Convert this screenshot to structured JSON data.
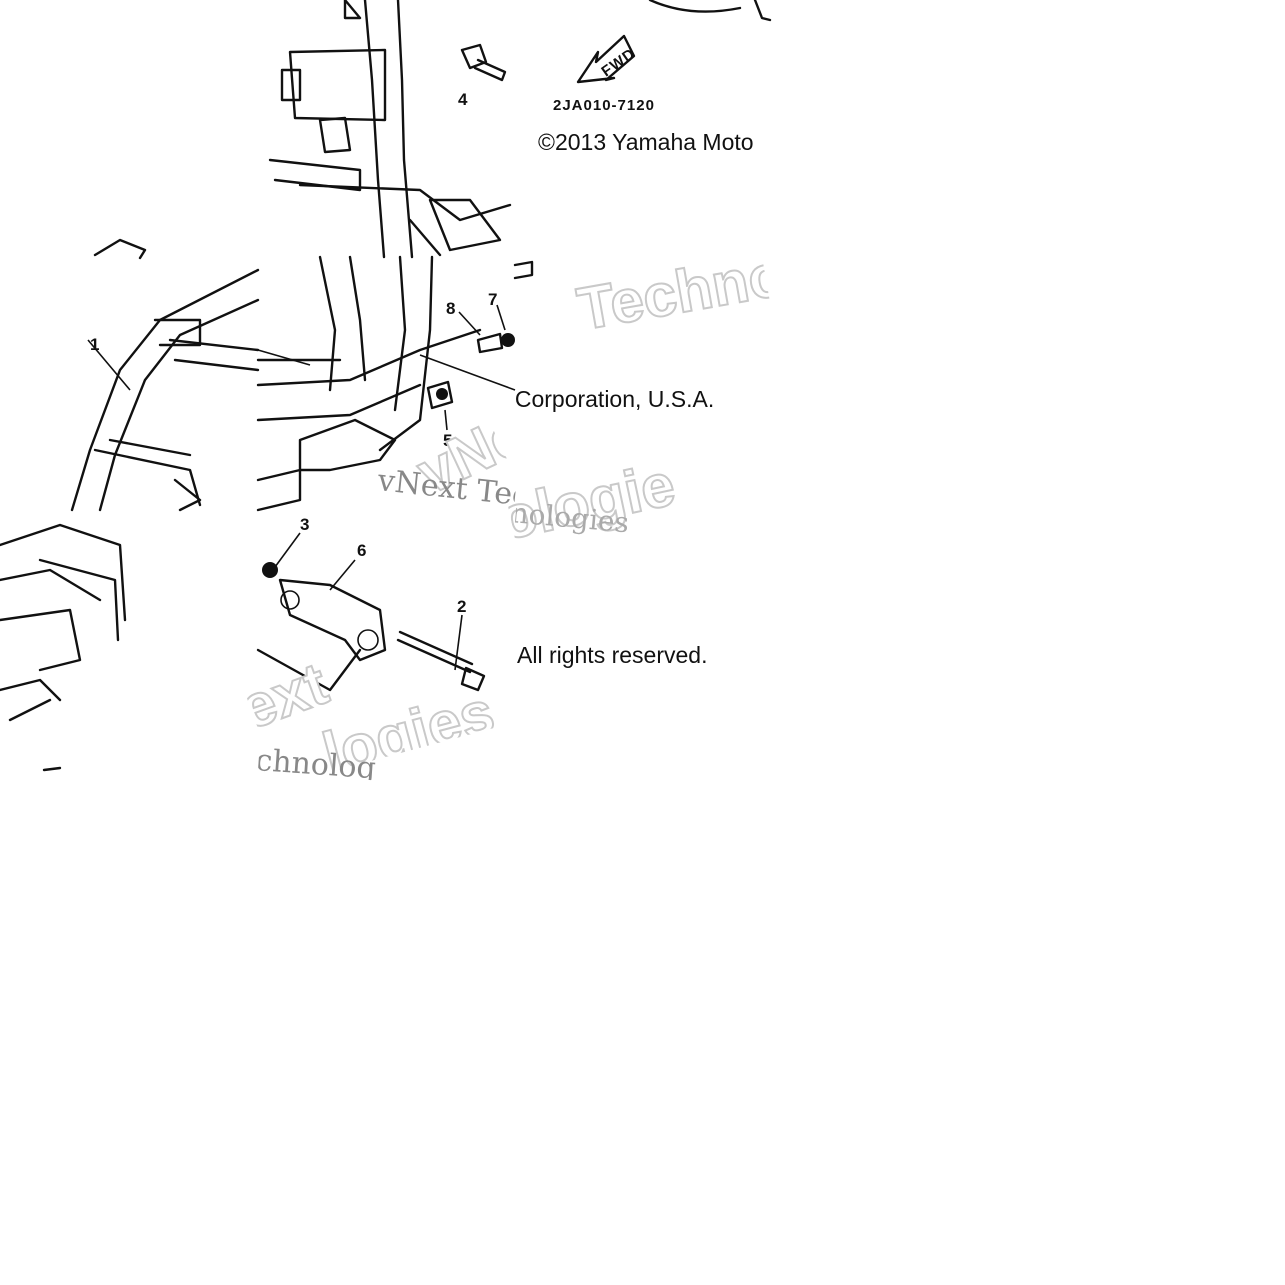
{
  "diagram": {
    "callouts": [
      "1",
      "2",
      "3",
      "4",
      "5",
      "6",
      "7",
      "8"
    ],
    "part_code": "2JA010-7120",
    "fwd_label": "FWD",
    "copyright": {
      "line1": "©2013 Yamaha Moto",
      "line2": "or Corporation, U.S.A.",
      "line3": "All rights reserved."
    },
    "watermarks": {
      "techno": "Techno",
      "vne": "vNe",
      "ologie": "ologie",
      "vnext_tec": "vNext Tec",
      "nologies": "nologies",
      "ext": "ext",
      "logies": "logies",
      "chnolog": "chnolog"
    },
    "colors": {
      "ink": "#111111",
      "watermark": "#c9c9c9",
      "background": "#ffffff"
    }
  }
}
